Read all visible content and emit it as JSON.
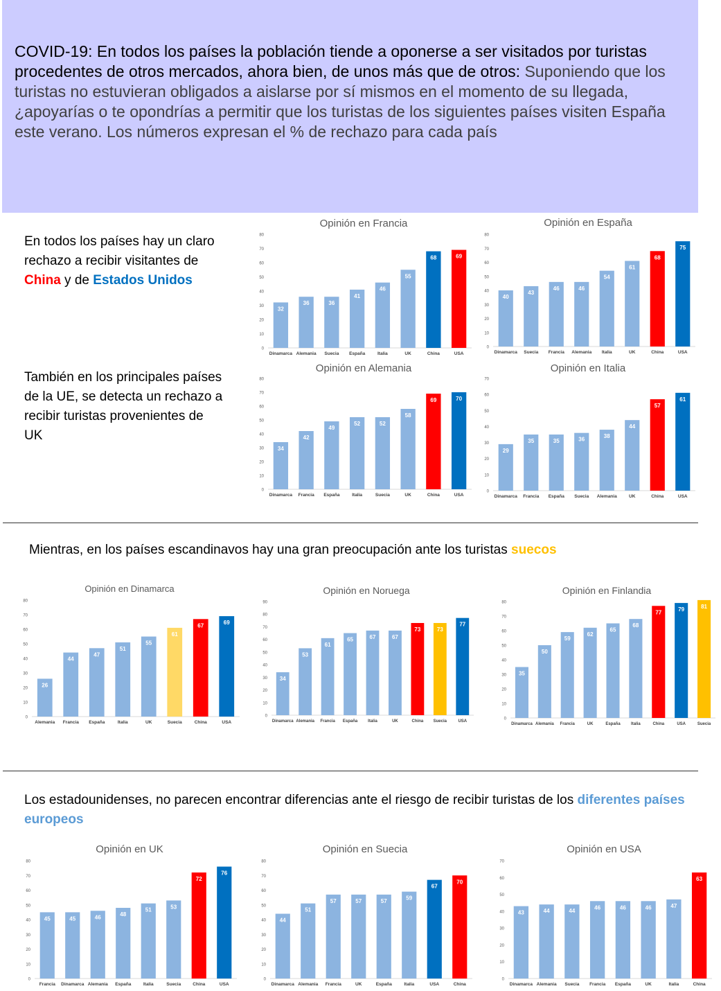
{
  "header": {
    "title_bold": "COVID-19:  En todos los países la población tiende a oponerse a ser visitados por turistas procedentes de otros mercados, ahora bien, de unos más  que de otros:",
    "question": "Suponiendo que los turistas no estuvieran obligados a aislarse por sí mismos en el momento de su llegada, ¿apoyarías o te opondrías a permitir que los turistas de los siguientes países visiten España este verano. Los números expresan el % de rechazo para cada país"
  },
  "notes": {
    "n1": {
      "text_a": "En todos los países hay un claro rechazo a recibir visitantes de ",
      "china": "China",
      "text_b": " y de ",
      "usa": "Estados Unidos"
    },
    "n2": {
      "text": "También en los principales países de la UE, se detecta un rechazo a recibir turistas provenientes de UK"
    },
    "n3": {
      "text": "Mientras, en los países escandinavos hay una gran preocupación ante los turistas ",
      "hl": "suecos"
    },
    "n4": {
      "text": "Los estadounidenses, no parecen encontrar diferencias ante el riesgo de recibir turistas de los ",
      "hl": "diferentes países europeos"
    }
  },
  "colors": {
    "light": "#8cb4e0",
    "blue": "#0070c0",
    "red": "#ff0000",
    "yellow": "#ffc000",
    "yellow_soft": "#ffd966",
    "china_text": "#ff0000",
    "usa_text": "#0070c0",
    "suecos_text": "#ffc000",
    "europe_text": "#5b9bd5",
    "header_bg": "#ccccff"
  },
  "chart_data": [
    {
      "id": "francia",
      "type": "bar",
      "title": "Opinión en Francia",
      "ylim": [
        0,
        80
      ],
      "ystep": 10,
      "categories": [
        "Dinamarca",
        "Alemania",
        "Suecia",
        "España",
        "Italia",
        "UK",
        "China",
        "USA"
      ],
      "values": [
        32,
        36,
        36,
        41,
        46,
        55,
        68,
        69
      ],
      "colors": [
        "light",
        "light",
        "light",
        "light",
        "light",
        "light",
        "blue",
        "red"
      ]
    },
    {
      "id": "espana",
      "type": "bar",
      "title": "Opinión en España",
      "ylim": [
        0,
        80
      ],
      "ystep": 10,
      "categories": [
        "Dinamarca",
        "Suecia",
        "Francia",
        "Alemania",
        "Italia",
        "UK",
        "China",
        "USA"
      ],
      "values": [
        40,
        43,
        46,
        46,
        54,
        61,
        68,
        75
      ],
      "colors": [
        "light",
        "light",
        "light",
        "light",
        "light",
        "light",
        "red",
        "blue"
      ]
    },
    {
      "id": "alemania",
      "type": "bar",
      "title": "Opinión en Alemania",
      "ylim": [
        0,
        80
      ],
      "ystep": 10,
      "categories": [
        "Dinamarca",
        "Francia",
        "España",
        "Italia",
        "Suecia",
        "UK",
        "China",
        "USA"
      ],
      "values": [
        34,
        42,
        49,
        52,
        52,
        58,
        69,
        70
      ],
      "colors": [
        "light",
        "light",
        "light",
        "light",
        "light",
        "light",
        "red",
        "blue"
      ]
    },
    {
      "id": "italia",
      "type": "bar",
      "title": "Opinión en Italia",
      "ylim": [
        0,
        70
      ],
      "ystep": 10,
      "categories": [
        "Dinamarca",
        "Francia",
        "España",
        "Suecia",
        "Alemania",
        "UK",
        "China",
        "USA"
      ],
      "values": [
        29,
        35,
        35,
        36,
        38,
        44,
        57,
        61
      ],
      "colors": [
        "light",
        "light",
        "light",
        "light",
        "light",
        "light",
        "red",
        "blue"
      ]
    },
    {
      "id": "dinamarca",
      "type": "bar",
      "title": "Opinión en Dinamarca",
      "ylim": [
        0,
        80
      ],
      "ystep": 10,
      "categories": [
        "Alemania",
        "Francia",
        "España",
        "Italia",
        "UK",
        "Suecia",
        "China",
        "USA"
      ],
      "values": [
        26,
        44,
        47,
        51,
        55,
        61,
        67,
        69
      ],
      "colors": [
        "light",
        "light",
        "light",
        "light",
        "light",
        "yellow_soft",
        "red",
        "blue"
      ]
    },
    {
      "id": "noruega",
      "type": "bar",
      "title": "Opinión en Noruega",
      "ylim": [
        0,
        90
      ],
      "ystep": 10,
      "categories": [
        "Dinamarca",
        "Alemania",
        "Francia",
        "España",
        "Italia",
        "UK",
        "China",
        "Suecia",
        "USA"
      ],
      "values": [
        34,
        53,
        61,
        65,
        67,
        67,
        73,
        73,
        77
      ],
      "colors": [
        "light",
        "light",
        "light",
        "light",
        "light",
        "light",
        "red",
        "yellow",
        "blue"
      ]
    },
    {
      "id": "finlandia",
      "type": "bar",
      "title": "Opinión en Finlandia",
      "ylim": [
        0,
        80
      ],
      "ystep": 10,
      "categories": [
        "Dinamarca",
        "Alemania",
        "Francia",
        "UK",
        "España",
        "Italia",
        "China",
        "USA",
        "Suecia"
      ],
      "values": [
        35,
        50,
        59,
        62,
        65,
        68,
        77,
        79,
        81
      ],
      "colors": [
        "light",
        "light",
        "light",
        "light",
        "light",
        "light",
        "red",
        "blue",
        "yellow"
      ]
    },
    {
      "id": "uk",
      "type": "bar",
      "title": "Opinión en UK",
      "ylim": [
        0,
        80
      ],
      "ystep": 10,
      "categories": [
        "Francia",
        "Dinamarca",
        "Alemania",
        "España",
        "Italia",
        "Suecia",
        "China",
        "USA"
      ],
      "values": [
        45,
        45,
        46,
        48,
        51,
        53,
        72,
        76
      ],
      "colors": [
        "light",
        "light",
        "light",
        "light",
        "light",
        "light",
        "red",
        "blue"
      ]
    },
    {
      "id": "suecia",
      "type": "bar",
      "title": "Opinión en Suecia",
      "ylim": [
        0,
        80
      ],
      "ystep": 10,
      "categories": [
        "Dinamarca",
        "Alemania",
        "Francia",
        "UK",
        "España",
        "Italia",
        "USA",
        "China"
      ],
      "values": [
        44,
        51,
        57,
        57,
        57,
        59,
        67,
        70
      ],
      "colors": [
        "light",
        "light",
        "light",
        "light",
        "light",
        "light",
        "blue",
        "red"
      ]
    },
    {
      "id": "usa",
      "type": "bar",
      "title": "Opinión en USA",
      "ylim": [
        0,
        70
      ],
      "ystep": 10,
      "categories": [
        "Dinamarca",
        "Alemania",
        "Suecia",
        "Francia",
        "España",
        "UK",
        "Italia",
        "China"
      ],
      "values": [
        43,
        44,
        44,
        46,
        46,
        46,
        47,
        63
      ],
      "colors": [
        "light",
        "light",
        "light",
        "light",
        "light",
        "light",
        "light",
        "red"
      ]
    }
  ]
}
